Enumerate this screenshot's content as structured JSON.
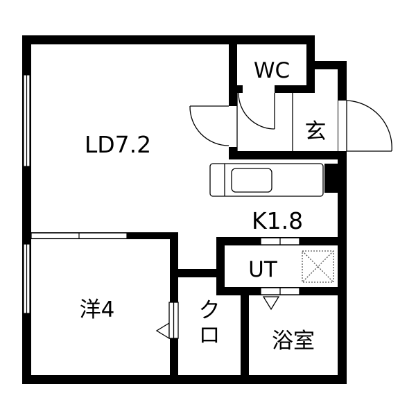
{
  "floor_plan": {
    "rooms": {
      "living_dining": "LD7.2",
      "toilet": "WC",
      "entrance": "玄",
      "kitchen": "K1.8",
      "utility": "UT",
      "western_room": "洋4",
      "closet": "クロ",
      "bathroom": "浴室"
    }
  },
  "colors": {
    "wall": "#000000",
    "background": "#ffffff",
    "symbol": "#555555"
  }
}
